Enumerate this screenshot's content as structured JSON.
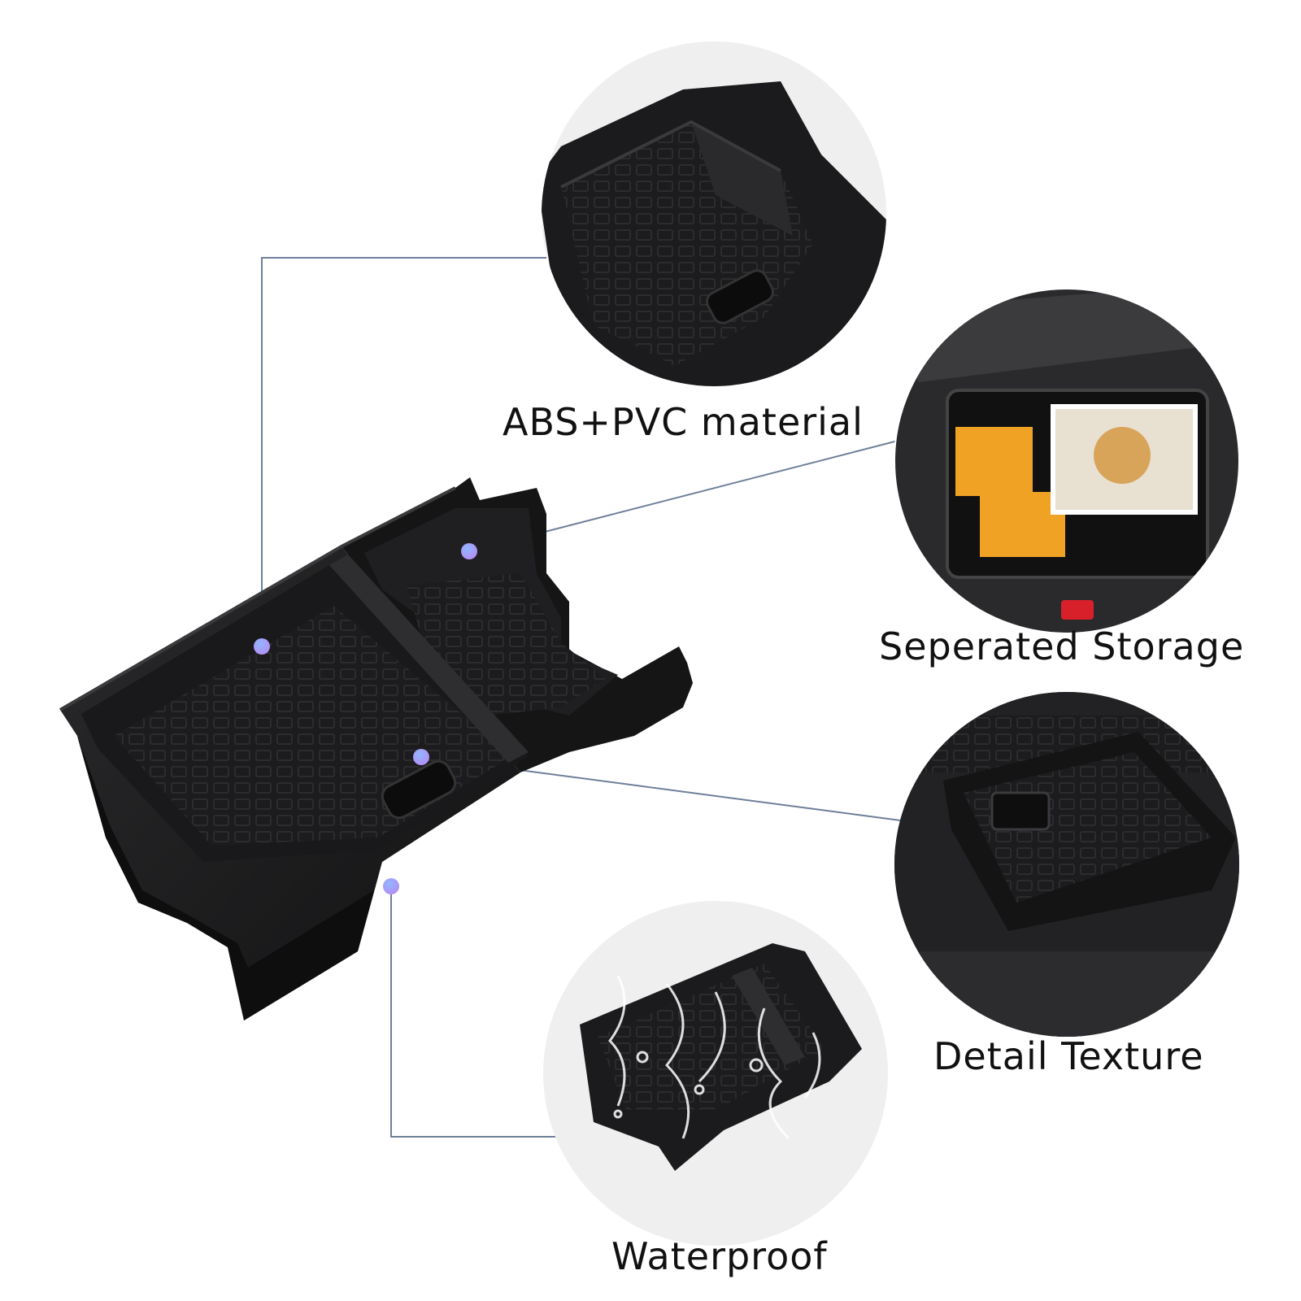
{
  "features": [
    {
      "id": "material",
      "label": "ABS+PVC material"
    },
    {
      "id": "storage",
      "label": "Seperated Storage"
    },
    {
      "id": "texture",
      "label": "Detail Texture"
    },
    {
      "id": "waterproof",
      "label": "Waterproof"
    }
  ],
  "colors": {
    "connector_line": "#6e7f98",
    "dot_gradient_start": "#8fb8ff",
    "dot_gradient_end": "#b58cf5",
    "tray_dark": "#1b1b1d",
    "circle_background": "#efefef"
  }
}
